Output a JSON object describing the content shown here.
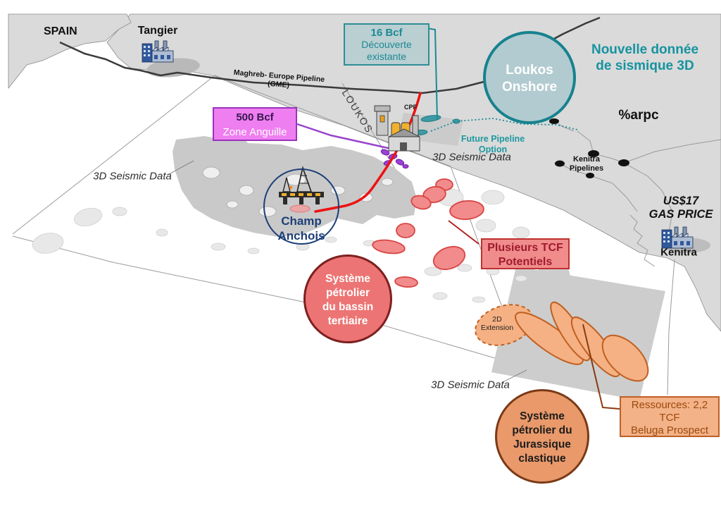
{
  "map": {
    "spain": "SPAIN",
    "tangier": "Tangier",
    "kenitra": "Kenitra",
    "cpf": "CPF",
    "loukos_block": "LOUKOS",
    "gme_line1": "Maghreb- Europe Pipeline",
    "gme_line2": "(GME)",
    "logo": "%arpc"
  },
  "callouts": {
    "discovery_value": "16 Bcf",
    "discovery_label1": "Découverte",
    "discovery_label2": "existante",
    "anguille_value": "500 Bcf",
    "anguille_label": "Zone Anguille",
    "tcf_line1": "Plusieurs TCF",
    "tcf_line2": "Potentiels",
    "ressources_line1": "Ressources: 2,2",
    "ressources_line2": "TCF",
    "ressources_line3": "Beluga Prospect"
  },
  "bubbles": {
    "loukos1": "Loukos",
    "loukos2": "Onshore",
    "champ1": "Champ",
    "champ2": "Anchois",
    "tertiary1": "Système",
    "tertiary2": "pétrolier",
    "tertiary3": "du bassin",
    "tertiary4": "tertiaire",
    "jurassic1": "Système",
    "jurassic2": "pétrolier du",
    "jurassic3": "Jurassique",
    "jurassic4": "clastique"
  },
  "annotations": {
    "new_seismic1": "Nouvelle donnée",
    "new_seismic2": "de sismique 3D",
    "future1": "Future Pipeline",
    "future2": "Option",
    "seismic_left": "3D Seismic Data",
    "seismic_mid": "3D Seismic Data",
    "seismic_bottom": "3D Seismic Data",
    "kenitra_pl1": "Kenitra",
    "kenitra_pl2": "Pipelines",
    "gas1": "US$17",
    "gas2": "GAS PRICE",
    "ext1": "2D",
    "ext2": "Extension"
  },
  "colors": {
    "teal": "#17828e",
    "magenta_border": "#9933bb",
    "red_border": "#bf3030",
    "orange_border": "#bf5f28",
    "navy": "#1d3f77",
    "flowline_red": "#ee1111",
    "land_gray": "#dadada"
  }
}
